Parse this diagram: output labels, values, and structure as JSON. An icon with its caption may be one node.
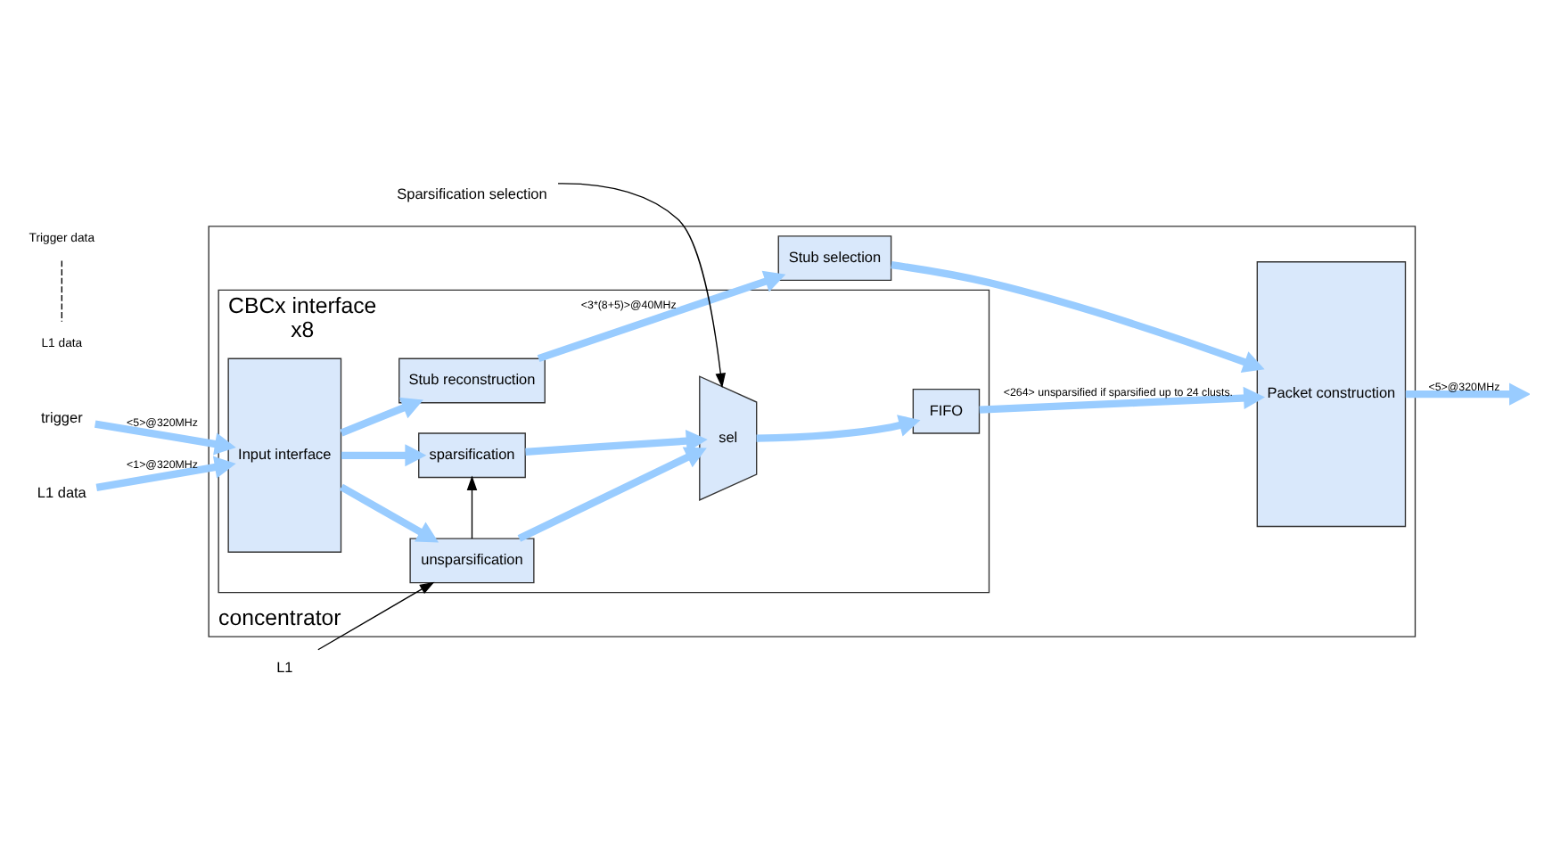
{
  "diagram": {
    "nodes": [
      {
        "text": [
          "concentrator"
        ]
      },
      {
        "text": [
          "CBCx interface"
        ],
        "in": 0,
        "beside": [
          "x8"
        ]
      },
      {
        "text": [
          "Input interface"
        ],
        "in": 1
      },
      {
        "text": [
          "Stub reconstruction"
        ],
        "in": 1
      },
      {
        "text": [
          "sparsification"
        ],
        "in": 1
      },
      {
        "text": [
          "unsparsification"
        ],
        "in": 1
      },
      {
        "text": [
          "sel"
        ],
        "in": 1
      },
      {
        "text": [
          "FIFO"
        ],
        "in": 1
      },
      {
        "text": [
          "Stub selection"
        ],
        "in": 0
      },
      {
        "text": [
          "Packet construction"
        ],
        "in": 0
      },
      {
        "text": [
          "trigger"
        ]
      },
      {
        "text": [
          "L1 data"
        ]
      },
      {
        "text": [
          "L1"
        ]
      },
      {
        "text": [
          "Sparsification selection"
        ]
      }
    ],
    "edges": [
      {
        "from": 10,
        "to": 2,
        "arrow": "to",
        "label": "<5>@320MHz"
      },
      {
        "from": 11,
        "to": 2,
        "arrow": "to",
        "label": "<1>@320MHz"
      },
      {
        "from": 2,
        "to": 3,
        "arrow": "to"
      },
      {
        "from": 2,
        "to": 4,
        "arrow": "to"
      },
      {
        "from": 2,
        "to": 5,
        "arrow": "to"
      },
      {
        "from": 3,
        "to": 8,
        "arrow": "to",
        "label": "<3*(8+5)>@40MHz"
      },
      {
        "from": 8,
        "to": 9,
        "arrow": "to"
      },
      {
        "from": 4,
        "to": 6,
        "arrow": "to"
      },
      {
        "from": 5,
        "to": 6,
        "arrow": "to"
      },
      {
        "from": 6,
        "to": 7,
        "arrow": "to"
      },
      {
        "from": 7,
        "to": 9,
        "arrow": "to",
        "label": "<264> unsparsified if sparsified up to 24 clusts."
      },
      {
        "from": 5,
        "to": 4,
        "arrow": "to",
        "color": "#000000"
      },
      {
        "from": 12,
        "to": 5,
        "arrow": "to",
        "color": "#000000"
      },
      {
        "from": 13,
        "to": 6,
        "arrow": "to",
        "color": "#000000"
      },
      {
        "from": 9,
        "to": null,
        "arrow": "to",
        "label": "<5>@320MHz"
      }
    ],
    "labels": [
      "Trigger data",
      "L1 data"
    ]
  }
}
